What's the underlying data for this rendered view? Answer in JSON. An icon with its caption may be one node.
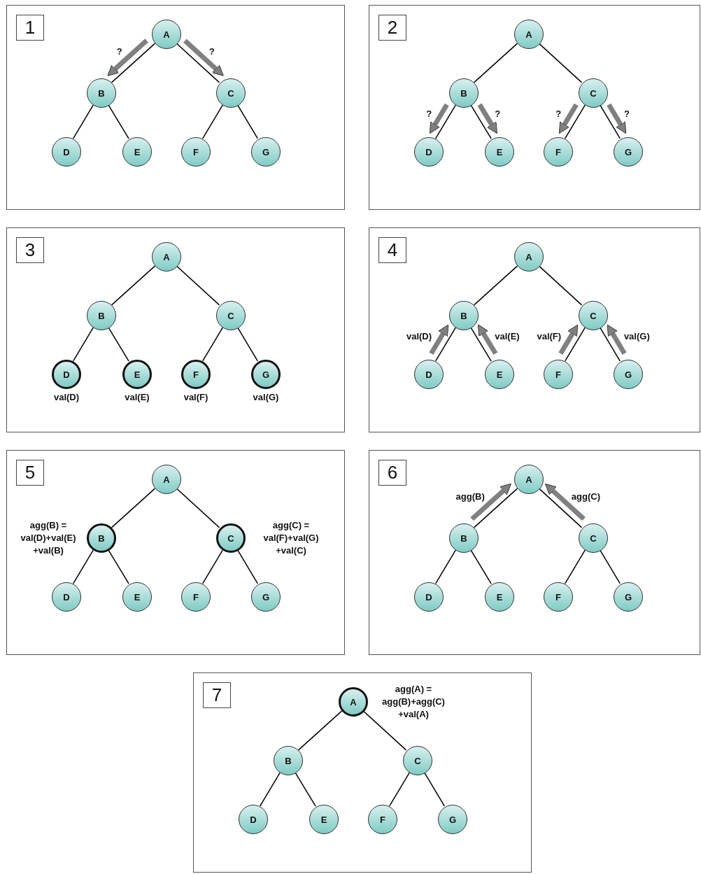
{
  "diagram": {
    "nodes": [
      {
        "text": [
          "1"
        ]
      },
      {
        "text": [
          "A"
        ],
        "in": 0
      },
      {
        "text": [
          "B"
        ],
        "in": 0
      },
      {
        "text": [
          "C"
        ],
        "in": 0
      },
      {
        "text": [
          "D"
        ],
        "in": 0
      },
      {
        "text": [
          "E"
        ],
        "in": 0
      },
      {
        "text": [
          "F"
        ],
        "in": 0
      },
      {
        "text": [
          "G"
        ],
        "in": 0
      },
      {
        "text": [
          "2"
        ]
      },
      {
        "text": [
          "A"
        ],
        "in": 8
      },
      {
        "text": [
          "B"
        ],
        "in": 8
      },
      {
        "text": [
          "C"
        ],
        "in": 8
      },
      {
        "text": [
          "D"
        ],
        "in": 8
      },
      {
        "text": [
          "E"
        ],
        "in": 8
      },
      {
        "text": [
          "F"
        ],
        "in": 8
      },
      {
        "text": [
          "G"
        ],
        "in": 8
      },
      {
        "text": [
          "3"
        ]
      },
      {
        "text": [
          "A"
        ],
        "in": 16
      },
      {
        "text": [
          "B"
        ],
        "in": 16
      },
      {
        "text": [
          "C"
        ],
        "in": 16
      },
      {
        "text": [
          "D"
        ],
        "in": 16,
        "beside": [
          "val(D)"
        ]
      },
      {
        "text": [
          "E"
        ],
        "in": 16,
        "beside": [
          "val(E)"
        ]
      },
      {
        "text": [
          "F"
        ],
        "in": 16,
        "beside": [
          "val(F)"
        ]
      },
      {
        "text": [
          "G"
        ],
        "in": 16,
        "beside": [
          "val(G)"
        ]
      },
      {
        "text": [
          "4"
        ]
      },
      {
        "text": [
          "A"
        ],
        "in": 24
      },
      {
        "text": [
          "B"
        ],
        "in": 24
      },
      {
        "text": [
          "C"
        ],
        "in": 24
      },
      {
        "text": [
          "D"
        ],
        "in": 24
      },
      {
        "text": [
          "E"
        ],
        "in": 24
      },
      {
        "text": [
          "F"
        ],
        "in": 24
      },
      {
        "text": [
          "G"
        ],
        "in": 24
      },
      {
        "text": [
          "5"
        ]
      },
      {
        "text": [
          "A"
        ],
        "in": 32
      },
      {
        "text": [
          "B"
        ],
        "in": 32,
        "beside": [
          "agg(B) = val(D)+val(E) +val(B)"
        ]
      },
      {
        "text": [
          "C"
        ],
        "in": 32,
        "beside": [
          "agg(C) = val(F)+val(G) +val(C)"
        ]
      },
      {
        "text": [
          "D"
        ],
        "in": 32
      },
      {
        "text": [
          "E"
        ],
        "in": 32
      },
      {
        "text": [
          "F"
        ],
        "in": 32
      },
      {
        "text": [
          "G"
        ],
        "in": 32
      },
      {
        "text": [
          "6"
        ]
      },
      {
        "text": [
          "A"
        ],
        "in": 40
      },
      {
        "text": [
          "B"
        ],
        "in": 40
      },
      {
        "text": [
          "C"
        ],
        "in": 40
      },
      {
        "text": [
          "D"
        ],
        "in": 40
      },
      {
        "text": [
          "E"
        ],
        "in": 40
      },
      {
        "text": [
          "F"
        ],
        "in": 40
      },
      {
        "text": [
          "G"
        ],
        "in": 40
      },
      {
        "text": [
          "7"
        ]
      },
      {
        "text": [
          "A"
        ],
        "in": 48,
        "beside": [
          "agg(A) = agg(B)+agg(C) +val(A)"
        ]
      },
      {
        "text": [
          "B"
        ],
        "in": 48
      },
      {
        "text": [
          "C"
        ],
        "in": 48
      },
      {
        "text": [
          "D"
        ],
        "in": 48
      },
      {
        "text": [
          "E"
        ],
        "in": 48
      },
      {
        "text": [
          "F"
        ],
        "in": 48
      },
      {
        "text": [
          "G"
        ],
        "in": 48
      }
    ],
    "edges": [
      {
        "from": 1,
        "to": 2,
        "arrow": "none"
      },
      {
        "from": 1,
        "to": 3,
        "arrow": "none"
      },
      {
        "from": 2,
        "to": 4,
        "arrow": "none"
      },
      {
        "from": 2,
        "to": 5,
        "arrow": "none"
      },
      {
        "from": 3,
        "to": 6,
        "arrow": "none"
      },
      {
        "from": 3,
        "to": 7,
        "arrow": "none"
      },
      {
        "from": 1,
        "to": 2,
        "arrow": "to",
        "label": "?",
        "style": "thick",
        "color": "#808080"
      },
      {
        "from": 1,
        "to": 3,
        "arrow": "to",
        "label": "?",
        "style": "thick",
        "color": "#808080"
      },
      {
        "from": 9,
        "to": 10,
        "arrow": "none"
      },
      {
        "from": 9,
        "to": 11,
        "arrow": "none"
      },
      {
        "from": 10,
        "to": 12,
        "arrow": "none"
      },
      {
        "from": 10,
        "to": 13,
        "arrow": "none"
      },
      {
        "from": 11,
        "to": 14,
        "arrow": "none"
      },
      {
        "from": 11,
        "to": 15,
        "arrow": "none"
      },
      {
        "from": 10,
        "to": 12,
        "arrow": "to",
        "label": "?",
        "style": "thick",
        "color": "#808080"
      },
      {
        "from": 10,
        "to": 13,
        "arrow": "to",
        "label": "?",
        "style": "thick",
        "color": "#808080"
      },
      {
        "from": 11,
        "to": 14,
        "arrow": "to",
        "label": "?",
        "style": "thick",
        "color": "#808080"
      },
      {
        "from": 11,
        "to": 15,
        "arrow": "to",
        "label": "?",
        "style": "thick",
        "color": "#808080"
      },
      {
        "from": 17,
        "to": 18,
        "arrow": "none"
      },
      {
        "from": 17,
        "to": 19,
        "arrow": "none"
      },
      {
        "from": 18,
        "to": 20,
        "arrow": "none"
      },
      {
        "from": 18,
        "to": 21,
        "arrow": "none"
      },
      {
        "from": 19,
        "to": 22,
        "arrow": "none"
      },
      {
        "from": 19,
        "to": 23,
        "arrow": "none"
      },
      {
        "from": 25,
        "to": 26,
        "arrow": "none"
      },
      {
        "from": 25,
        "to": 27,
        "arrow": "none"
      },
      {
        "from": 26,
        "to": 28,
        "arrow": "none"
      },
      {
        "from": 26,
        "to": 29,
        "arrow": "none"
      },
      {
        "from": 27,
        "to": 30,
        "arrow": "none"
      },
      {
        "from": 27,
        "to": 31,
        "arrow": "none"
      },
      {
        "from": 28,
        "to": 26,
        "arrow": "to",
        "label": "val(D)",
        "style": "thick",
        "color": "#808080"
      },
      {
        "from": 29,
        "to": 26,
        "arrow": "to",
        "label": "val(E)",
        "style": "thick",
        "color": "#808080"
      },
      {
        "from": 30,
        "to": 27,
        "arrow": "to",
        "label": "val(F)",
        "style": "thick",
        "color": "#808080"
      },
      {
        "from": 31,
        "to": 27,
        "arrow": "to",
        "label": "val(G)",
        "style": "thick",
        "color": "#808080"
      },
      {
        "from": 33,
        "to": 34,
        "arrow": "none"
      },
      {
        "from": 33,
        "to": 35,
        "arrow": "none"
      },
      {
        "from": 34,
        "to": 36,
        "arrow": "none"
      },
      {
        "from": 34,
        "to": 37,
        "arrow": "none"
      },
      {
        "from": 35,
        "to": 38,
        "arrow": "none"
      },
      {
        "from": 35,
        "to": 39,
        "arrow": "none"
      },
      {
        "from": 41,
        "to": 42,
        "arrow": "none"
      },
      {
        "from": 41,
        "to": 43,
        "arrow": "none"
      },
      {
        "from": 42,
        "to": 44,
        "arrow": "none"
      },
      {
        "from": 42,
        "to": 45,
        "arrow": "none"
      },
      {
        "from": 43,
        "to": 46,
        "arrow": "none"
      },
      {
        "from": 43,
        "to": 47,
        "arrow": "none"
      },
      {
        "from": 42,
        "to": 41,
        "arrow": "to",
        "label": "agg(B)",
        "style": "thick",
        "color": "#808080"
      },
      {
        "from": 43,
        "to": 41,
        "arrow": "to",
        "label": "agg(C)",
        "style": "thick",
        "color": "#808080"
      },
      {
        "from": 49,
        "to": 50,
        "arrow": "none"
      },
      {
        "from": 49,
        "to": 51,
        "arrow": "none"
      },
      {
        "from": 50,
        "to": 52,
        "arrow": "none"
      },
      {
        "from": 50,
        "to": 53,
        "arrow": "none"
      },
      {
        "from": 51,
        "to": 54,
        "arrow": "none"
      },
      {
        "from": 51,
        "to": 55,
        "arrow": "none"
      }
    ]
  }
}
